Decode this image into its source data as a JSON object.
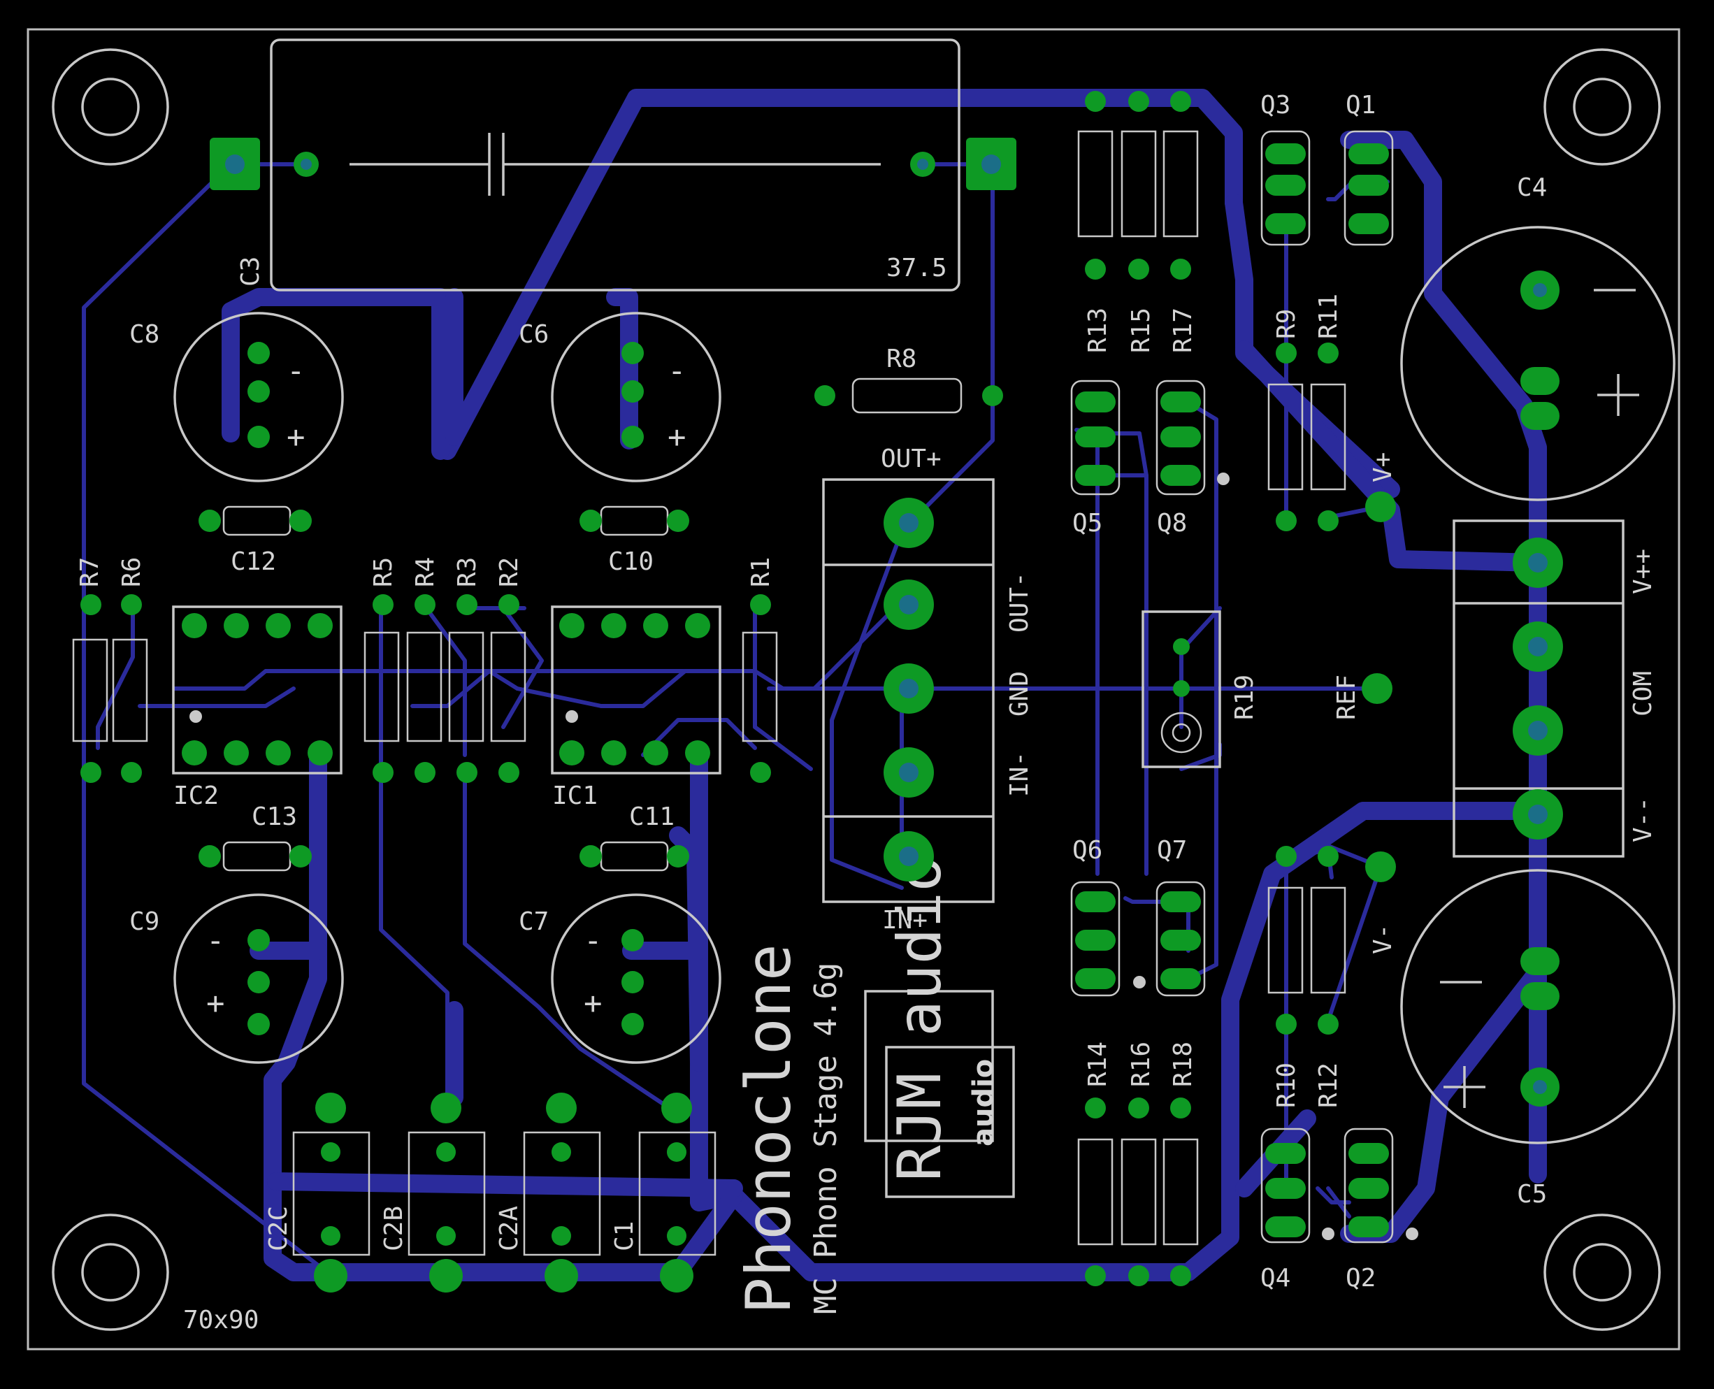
{
  "board": {
    "title": "Phonoclone",
    "subtitle": "MC Phono Stage 4.6g",
    "size_label": "70x90",
    "logo_text": "RJM audio",
    "logo_small_text": "audio"
  },
  "labels": {
    "C3": "C3",
    "C8": "C8",
    "C6": "C6",
    "C12": "C12",
    "C10": "C10",
    "C13": "C13",
    "C11": "C11",
    "C9": "C9",
    "C7": "C7",
    "C2C": "C2C",
    "C2B": "C2B",
    "C2A": "C2A",
    "C1": "C1",
    "C4": "C4",
    "C5": "C5",
    "R1": "R1",
    "R2": "R2",
    "R3": "R3",
    "R4": "R4",
    "R5": "R5",
    "R6": "R6",
    "R7": "R7",
    "R8": "R8",
    "R9": "R9",
    "R10": "R10",
    "R11": "R11",
    "R12": "R12",
    "R13": "R13",
    "R14": "R14",
    "R15": "R15",
    "R16": "R16",
    "R17": "R17",
    "R18": "R18",
    "R19": "R19",
    "Q1": "Q1",
    "Q2": "Q2",
    "Q3": "Q3",
    "Q4": "Q4",
    "Q5": "Q5",
    "Q6": "Q6",
    "Q7": "Q7",
    "Q8": "Q8",
    "IC1": "IC1",
    "IC2": "IC2",
    "C3_value": "37.5"
  },
  "connectors": {
    "out_plus": "OUT+",
    "out_minus": "OUT-",
    "gnd": "GND",
    "in_minus": "IN-",
    "in_plus": "IN+",
    "ref": "REF",
    "v_plus": "V+",
    "v_minus": "V-",
    "vpp": "V++",
    "com": "COM",
    "vmm": "V--"
  },
  "polarity": {
    "plus": "+",
    "minus": "-"
  },
  "colors": {
    "background": "#000000",
    "silkscreen": "#c8c8c8",
    "copper_trace": "#2b2b9c",
    "pad": "#0e9a24",
    "drill": "#1b6e88"
  }
}
